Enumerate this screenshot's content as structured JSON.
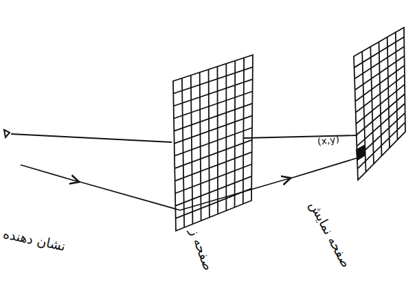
{
  "diagram": {
    "labels": [
      "(x,y)",
      "نشان دهنده",
      "صفحه ز",
      "صفحه نمایش"
    ]
  }
}
